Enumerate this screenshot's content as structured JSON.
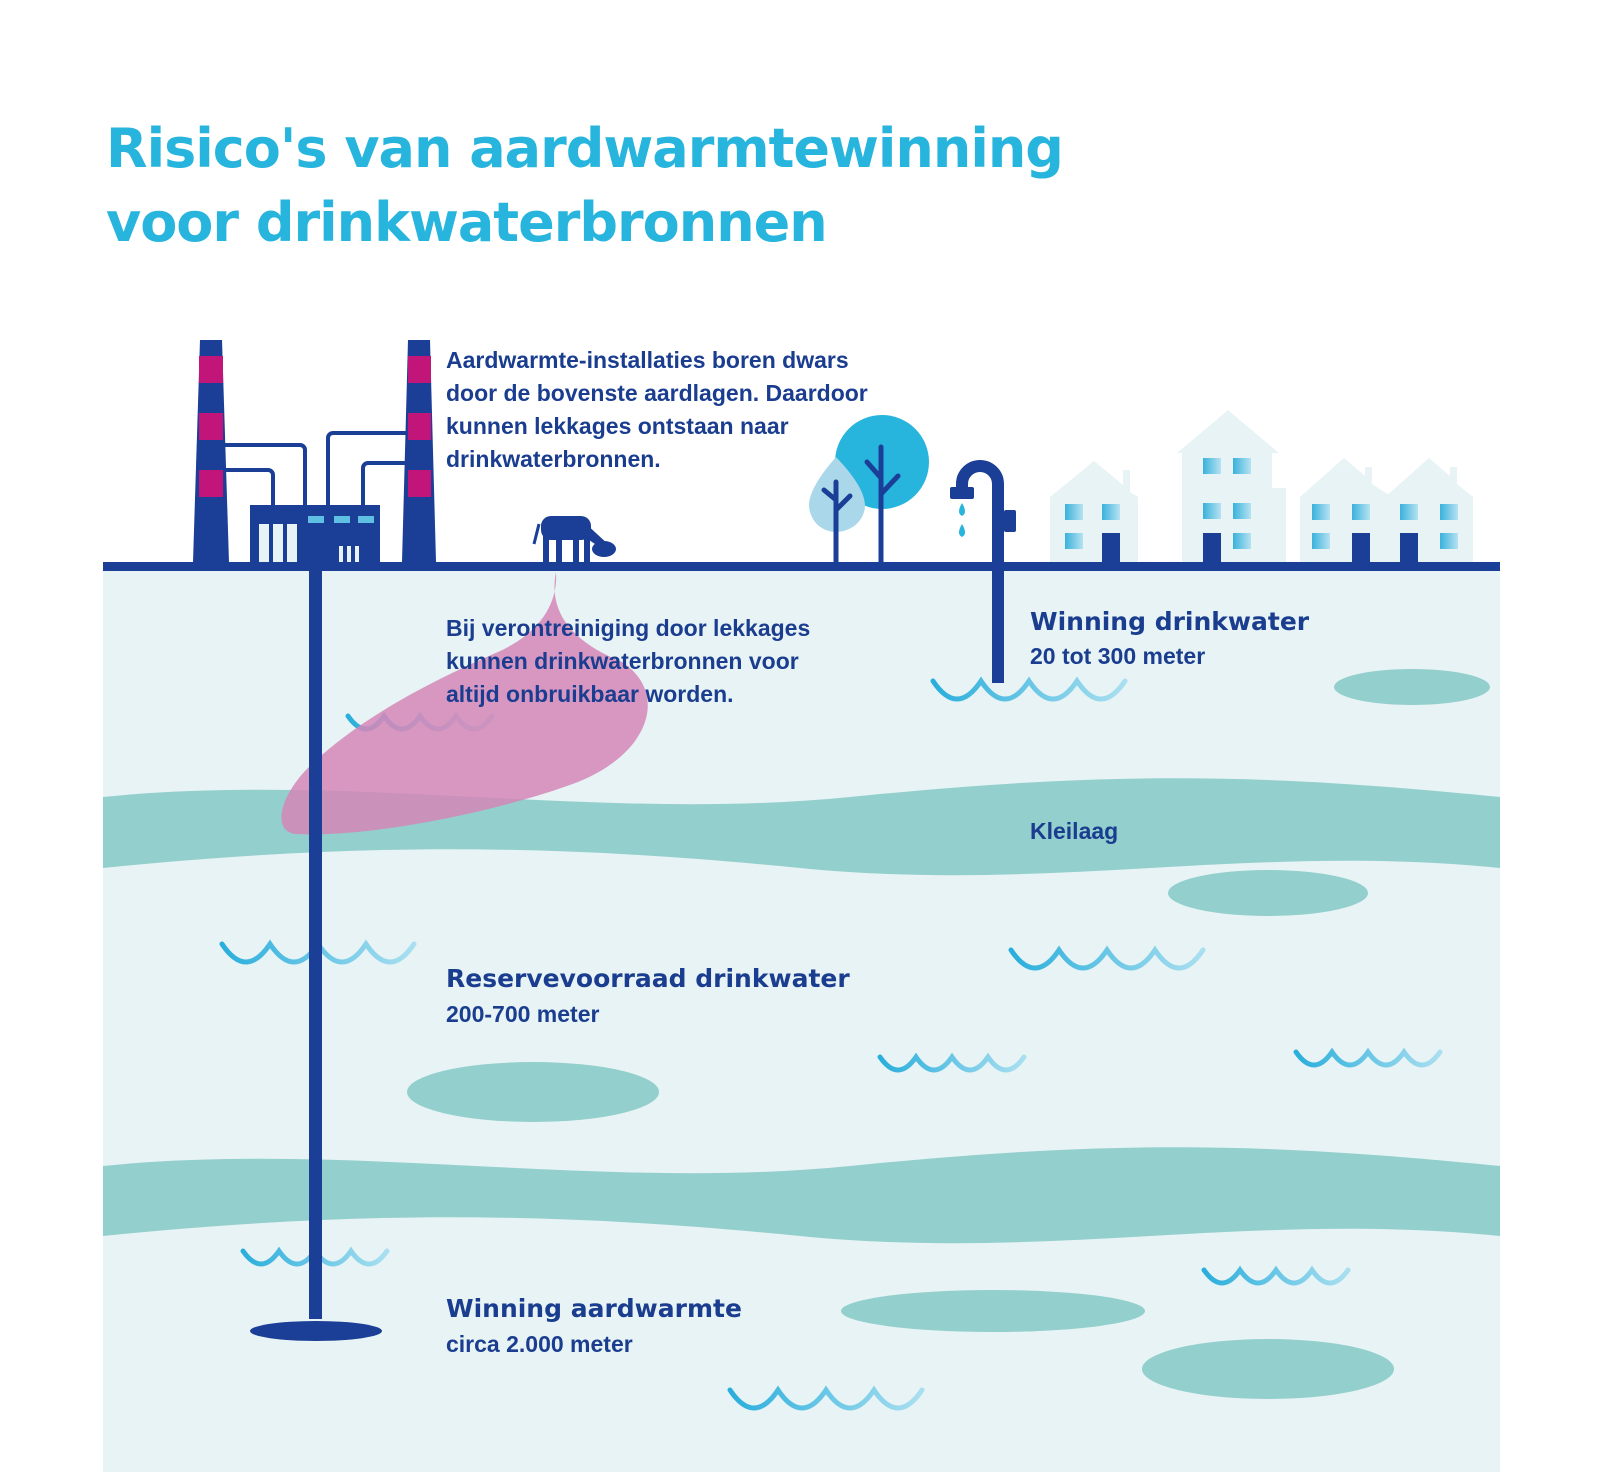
{
  "title": {
    "line1": "Risico's van aardwarmtewinning",
    "line2": "voor drinkwaterbronnen"
  },
  "installation_note": {
    "lines": [
      "Aardwarmte-installaties boren dwars",
      "door de bovenste aardlagen. Daardoor",
      "kunnen lekkages ontstaan naar",
      "drinkwaterbronnen."
    ]
  },
  "contamination_note": {
    "lines": [
      "Bij verontreiniging door lekkages",
      "kunnen drinkwaterbronnen voor",
      "altijd onbruikbaar worden."
    ]
  },
  "layers": {
    "drinking_water": {
      "heading": "Winning drinkwater",
      "depth": "20 tot 300 meter"
    },
    "clay": {
      "label": "Kleilaag"
    },
    "reserve": {
      "heading": "Reservevoorraad drinkwater",
      "depth": "200-700 meter"
    },
    "geothermal": {
      "heading": "Winning aardwarmte",
      "depth": "circa 2.000 meter"
    }
  },
  "colors": {
    "title": "#27b4dd",
    "text": "#1a3d8f",
    "ground": "#e7f3f4",
    "clay": "#93cfcd",
    "pipe": "#1b3f96",
    "contamination": "#d486b7",
    "stripe": "#c2157a",
    "house": "#e8f3f6"
  }
}
